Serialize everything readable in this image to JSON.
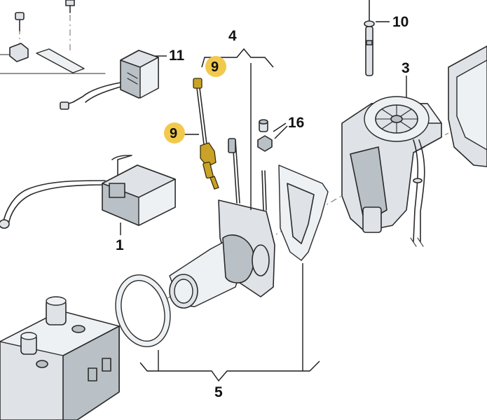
{
  "diagram": {
    "highlight_color": "#f2c94c",
    "part_color": "#dfe3e7",
    "labels": {
      "p1": "1",
      "p3": "3",
      "p4": "4",
      "p5": "5",
      "p9_top": "9",
      "p9_left": "9",
      "p10": "10",
      "p11": "11",
      "p16": "16"
    }
  }
}
